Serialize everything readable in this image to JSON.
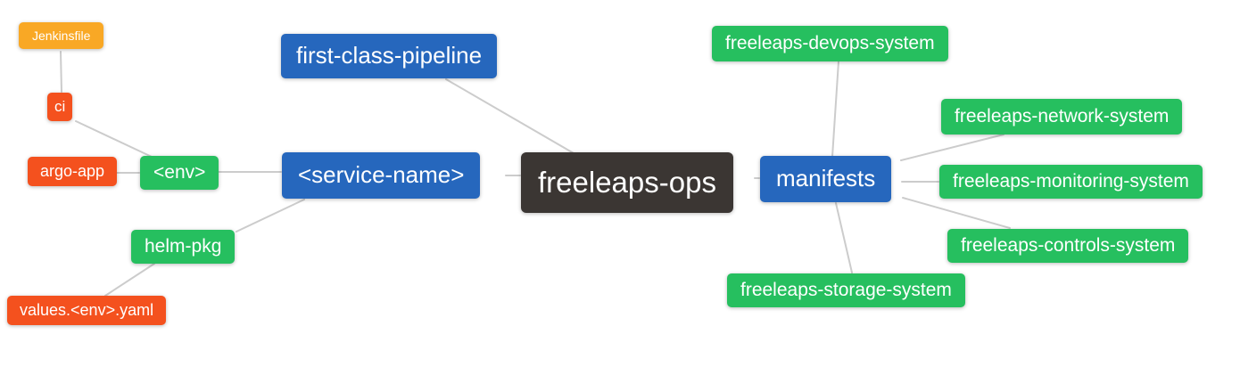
{
  "colors": {
    "root": "#3B3633",
    "blue": "#2667BD",
    "green": "#26BF5F",
    "red": "#F4511E",
    "orange": "#F9A825",
    "edge": "#CCCCCC",
    "background": "#FFFFFF",
    "text": "#FFFFFF"
  },
  "nodes": {
    "root": {
      "label": "freeleaps-ops",
      "color": "root",
      "depth": 0
    },
    "first_class_pipeline": {
      "label": "first-class-pipeline",
      "color": "blue",
      "depth": 1
    },
    "service_name": {
      "label": "<service-name>",
      "color": "blue",
      "depth": 1
    },
    "manifests": {
      "label": "manifests",
      "color": "blue",
      "depth": 1
    },
    "env": {
      "label": "<env>",
      "color": "green",
      "depth": 2
    },
    "helm_pkg": {
      "label": "helm-pkg",
      "color": "green",
      "depth": 2
    },
    "ci": {
      "label": "ci",
      "color": "red",
      "depth": 3
    },
    "argo_app": {
      "label": "argo-app",
      "color": "red",
      "depth": 3
    },
    "values_env_yaml": {
      "label": "values.<env>.yaml",
      "color": "red",
      "depth": 3
    },
    "jenkinsfile": {
      "label": "Jenkinsfile",
      "color": "orange",
      "depth": 4
    },
    "devops_system": {
      "label": "freeleaps-devops-system",
      "color": "green",
      "depth": 2
    },
    "network_system": {
      "label": "freeleaps-network-system",
      "color": "green",
      "depth": 2
    },
    "monitoring_system": {
      "label": "freeleaps-monitoring-system",
      "color": "green",
      "depth": 2
    },
    "controls_system": {
      "label": "freeleaps-controls-system",
      "color": "green",
      "depth": 2
    },
    "storage_system": {
      "label": "freeleaps-storage-system",
      "color": "green",
      "depth": 2
    }
  },
  "edges": [
    {
      "from": "jenkinsfile",
      "to": "ci"
    },
    {
      "from": "ci",
      "to": "env"
    },
    {
      "from": "argo_app",
      "to": "env"
    },
    {
      "from": "env",
      "to": "service_name"
    },
    {
      "from": "helm_pkg",
      "to": "service_name"
    },
    {
      "from": "values_env_yaml",
      "to": "helm_pkg"
    },
    {
      "from": "first_class_pipeline",
      "to": "root"
    },
    {
      "from": "service_name",
      "to": "root"
    },
    {
      "from": "root",
      "to": "manifests"
    },
    {
      "from": "manifests",
      "to": "devops_system"
    },
    {
      "from": "manifests",
      "to": "network_system"
    },
    {
      "from": "manifests",
      "to": "monitoring_system"
    },
    {
      "from": "manifests",
      "to": "controls_system"
    },
    {
      "from": "manifests",
      "to": "storage_system"
    }
  ]
}
